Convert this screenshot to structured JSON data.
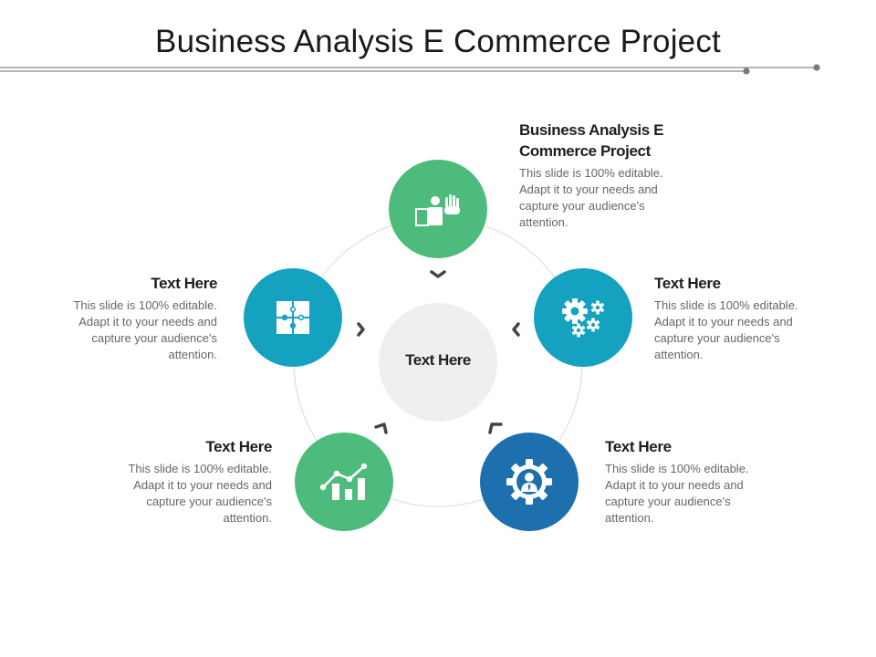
{
  "title": "Business Analysis E Commerce Project",
  "center": {
    "label": "Text Here",
    "color": "#efefef"
  },
  "colors": {
    "green": "#4cbb7c",
    "teal": "#14a2c0",
    "blue": "#1d6fae",
    "arrow": "#444444",
    "ring": "#e5e5e5"
  },
  "nodes": [
    {
      "heading": "Business Analysis E Commerce Project",
      "body": "This slide is 100% editable. Adapt it to your needs and capture your audience's attention.",
      "icon": "presenter-hand-icon",
      "color": "#4cbb7c"
    },
    {
      "heading": "Text Here",
      "body": "This slide is 100% editable. Adapt it to your needs and capture your audience's attention.",
      "icon": "gears-icon",
      "color": "#14a2c0"
    },
    {
      "heading": "Text Here",
      "body": "This slide is 100% editable. Adapt it to your needs and capture your audience's attention.",
      "icon": "gear-person-icon",
      "color": "#1d6fae"
    },
    {
      "heading": "Text Here",
      "body": "This slide is 100% editable. Adapt it to your needs and capture your audience's attention.",
      "icon": "growth-chart-icon",
      "color": "#4cbb7c"
    },
    {
      "heading": "Text Here",
      "body": "This slide is 100% editable. Adapt it to your needs and capture your audience's attention.",
      "icon": "puzzle-icon",
      "color": "#14a2c0"
    }
  ]
}
